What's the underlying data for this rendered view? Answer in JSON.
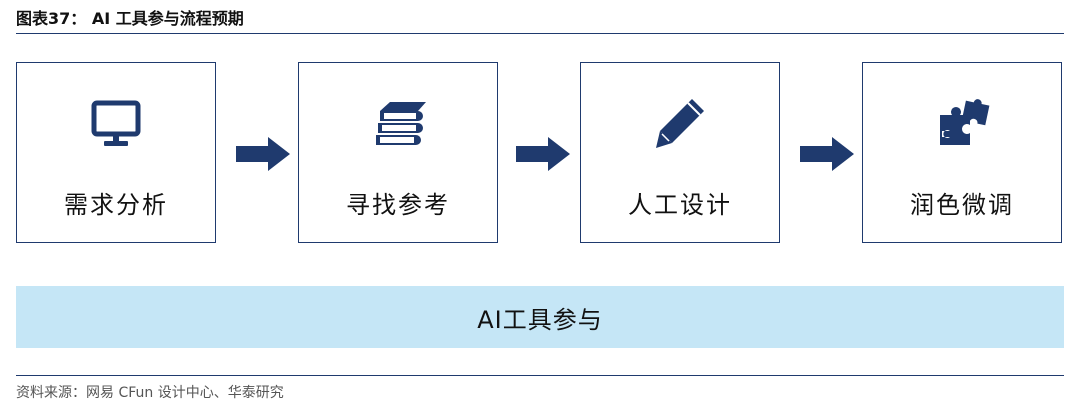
{
  "title": "图表37： AI 工具参与流程预期",
  "steps": [
    {
      "label": "需求分析",
      "icon": "monitor-icon"
    },
    {
      "label": "寻找参考",
      "icon": "books-icon"
    },
    {
      "label": "人工设计",
      "icon": "pencil-icon"
    },
    {
      "label": "润色微调",
      "icon": "puzzle-icon"
    }
  ],
  "banner": "AI工具参与",
  "source": "资料来源：网易 CFun 设计中心、华泰研究",
  "colors": {
    "navy": "#1f3a6e",
    "banner": "#c5e6f6"
  }
}
